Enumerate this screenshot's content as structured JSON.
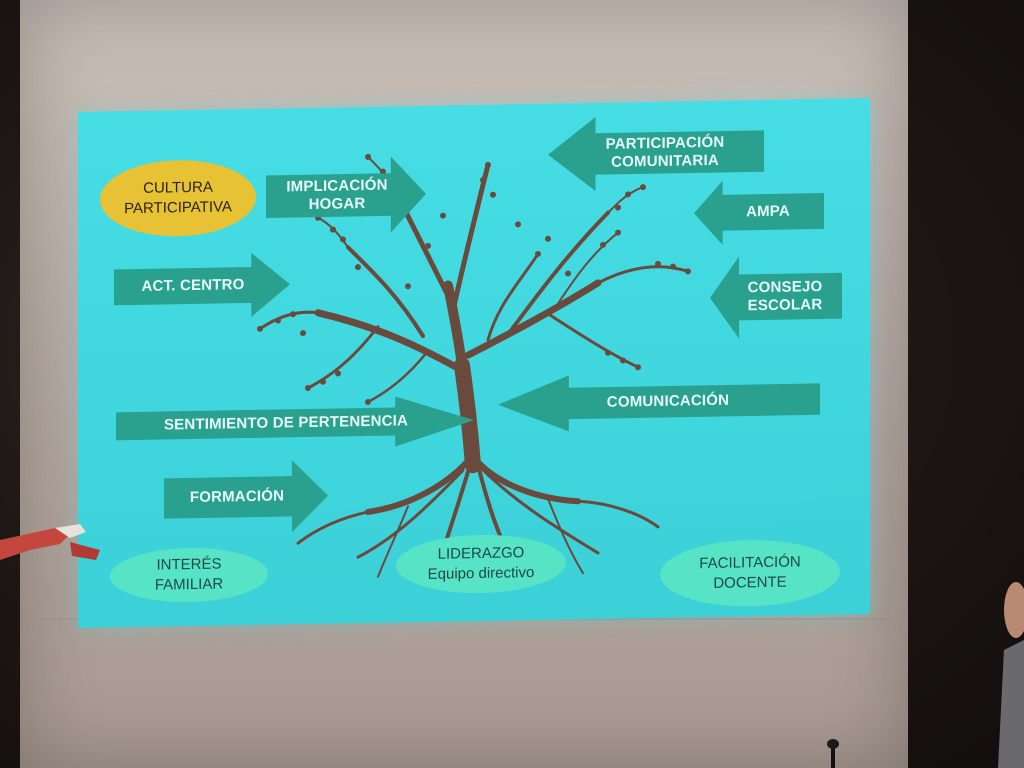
{
  "slide": {
    "oval_cultura": {
      "line1": "CULTURA",
      "line2": "PARTICIPATIVA"
    },
    "arrows_right": {
      "implicacion": {
        "line1": "IMPLICACIÓN",
        "line2": "HOGAR"
      },
      "act_centro": "ACT. CENTRO",
      "sentimiento": "SENTIMIENTO DE PERTENENCIA",
      "formacion": "FORMACIÓN"
    },
    "arrows_left": {
      "participacion": {
        "line1": "PARTICIPACIÓN",
        "line2": "COMUNITARIA"
      },
      "ampa": "AMPA",
      "consejo": {
        "line1": "CONSEJO",
        "line2": "ESCOLAR"
      },
      "comunicacion": "COMUNICACIÓN"
    },
    "ovals_bottom": {
      "interes": {
        "line1": "INTERÉS",
        "line2": "FAMILIAR"
      },
      "liderazgo": {
        "line1": "LIDERAZGO",
        "line2": "Equipo directivo"
      },
      "facilitacion": {
        "line1": "FACILITACIÓN",
        "line2": "DOCENTE"
      }
    },
    "colors": {
      "background": "#46dde4",
      "arrow": "#2aa08e",
      "oval_yellow": "#e8c235",
      "oval_teal": "#57e3c6",
      "tree": "#6b4a3e"
    }
  }
}
